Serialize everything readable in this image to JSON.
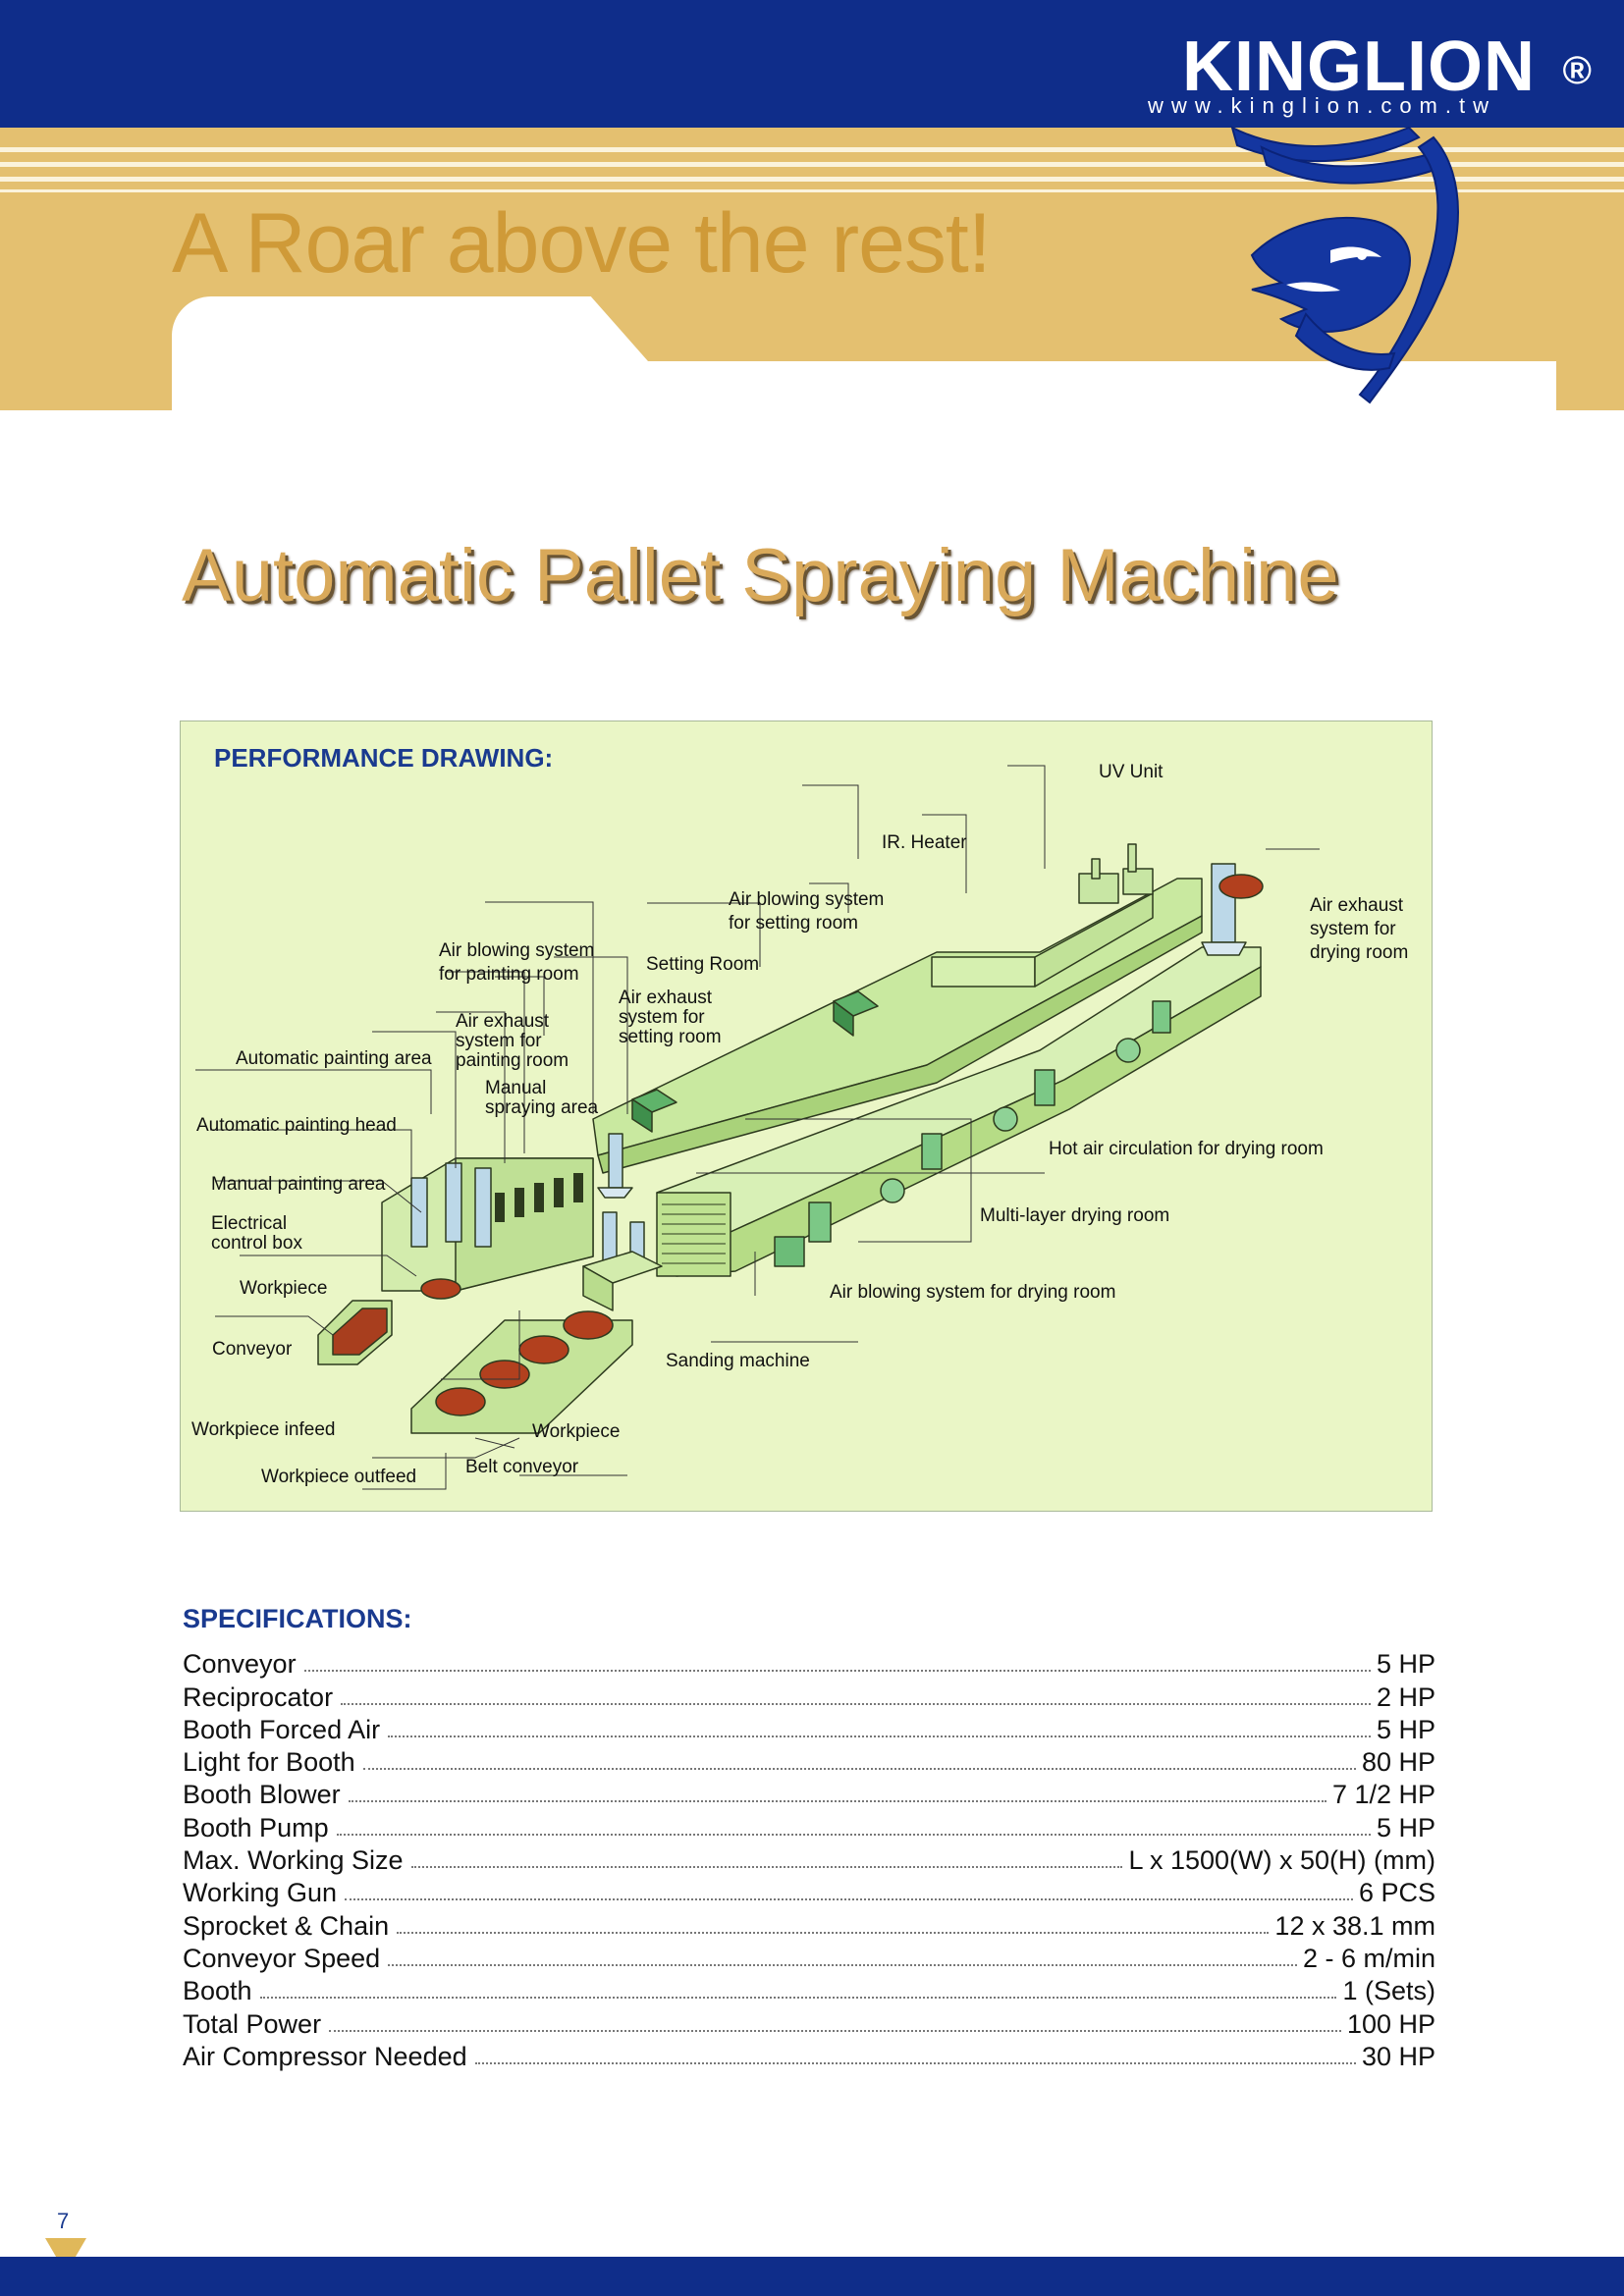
{
  "header": {
    "brand": "KINGLION",
    "registered": "®",
    "url": "www.kinglion.com.tw",
    "slogan": "A Roar above the rest!"
  },
  "title": "Automatic Pallet Spraying Machine",
  "drawing": {
    "heading": "PERFORMANCE DRAWING:",
    "labels": {
      "uv_unit": "UV Unit",
      "ir_heater": "IR. Heater",
      "air_blowing_setting_1": "Air blowing system",
      "air_blowing_setting_2": "for setting room",
      "air_exhaust_drying_1": "Air exhaust",
      "air_exhaust_drying_2": "system for",
      "air_exhaust_drying_3": "drying room",
      "air_blowing_painting_1": "Air blowing system",
      "air_blowing_painting_2": "for painting room",
      "setting_room": "Setting Room",
      "air_exhaust_setting_1": "Air exhaust",
      "air_exhaust_setting_2": "system for",
      "air_exhaust_setting_3": "setting room",
      "air_exhaust_painting_1": "Air exhaust",
      "air_exhaust_painting_2": "system for",
      "air_exhaust_painting_3": "painting room",
      "automatic_painting_area": "Automatic painting area",
      "manual_spraying_1": "Manual",
      "manual_spraying_2": "spraying area",
      "automatic_painting_head": "Automatic painting head",
      "manual_painting_area": "Manual painting area",
      "electrical_box_1": "Electrical",
      "electrical_box_2": "control box",
      "workpiece_left": "Workpiece",
      "conveyor": "Conveyor",
      "workpiece_infeed": "Workpiece infeed",
      "workpiece_outfeed": "Workpiece outfeed",
      "belt_conveyor": "Belt conveyor",
      "workpiece_bottom": "Workpiece",
      "sanding_machine": "Sanding machine",
      "hot_air_circulation": "Hot air circulation for drying room",
      "multi_layer_drying": "Multi-layer drying room",
      "air_blowing_drying": "Air blowing system for drying room"
    }
  },
  "specifications": {
    "heading": "SPECIFICATIONS:",
    "rows": [
      {
        "name": "Conveyor",
        "value": "5 HP"
      },
      {
        "name": "Reciprocator",
        "value": "2 HP"
      },
      {
        "name": "Booth Forced Air",
        "value": "5 HP"
      },
      {
        "name": "Light for Booth",
        "value": "80 HP"
      },
      {
        "name": "Booth Blower",
        "value": "7 1/2 HP"
      },
      {
        "name": "Booth Pump",
        "value": "5 HP"
      },
      {
        "name": "Max. Working Size",
        "value": "L x 1500(W) x 50(H) (mm)"
      },
      {
        "name": "Working Gun",
        "value": "6 PCS"
      },
      {
        "name": "Sprocket & Chain",
        "value": "12 x 38.1 mm"
      },
      {
        "name": "Conveyor Speed",
        "value": "2 - 6 m/min"
      },
      {
        "name": "Booth",
        "value": "1 (Sets)"
      },
      {
        "name": "Total Power",
        "value": "100 HP"
      },
      {
        "name": "Air Compressor Needed",
        "value": "30 HP"
      }
    ]
  },
  "footer": {
    "page_number": "7"
  },
  "colors": {
    "navy": "#0f2d8a",
    "gold": "#e4c070",
    "slogan_gold": "#cf9a38",
    "drawing_bg": "#eaf6c6"
  }
}
